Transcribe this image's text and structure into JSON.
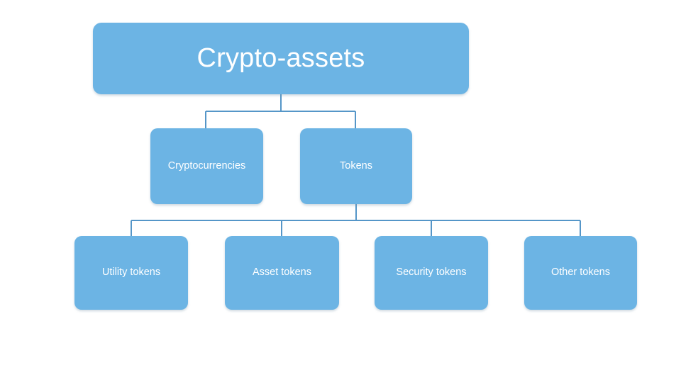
{
  "diagram": {
    "title": "Crypto-assets",
    "type": "hierarchy-tree",
    "background_color": "#ffffff",
    "node_fill_color": "#6cb4e4",
    "node_text_color": "#ffffff",
    "connector_color": "#5596c8",
    "levels": {
      "root": {
        "label": "Crypto-assets"
      },
      "level_2": [
        {
          "label": "Cryptocurrencies"
        },
        {
          "label": "Tokens"
        }
      ],
      "level_3": [
        {
          "label": "Utility tokens"
        },
        {
          "label": "Asset tokens"
        },
        {
          "label": "Security tokens"
        },
        {
          "label": "Other tokens"
        }
      ]
    }
  }
}
